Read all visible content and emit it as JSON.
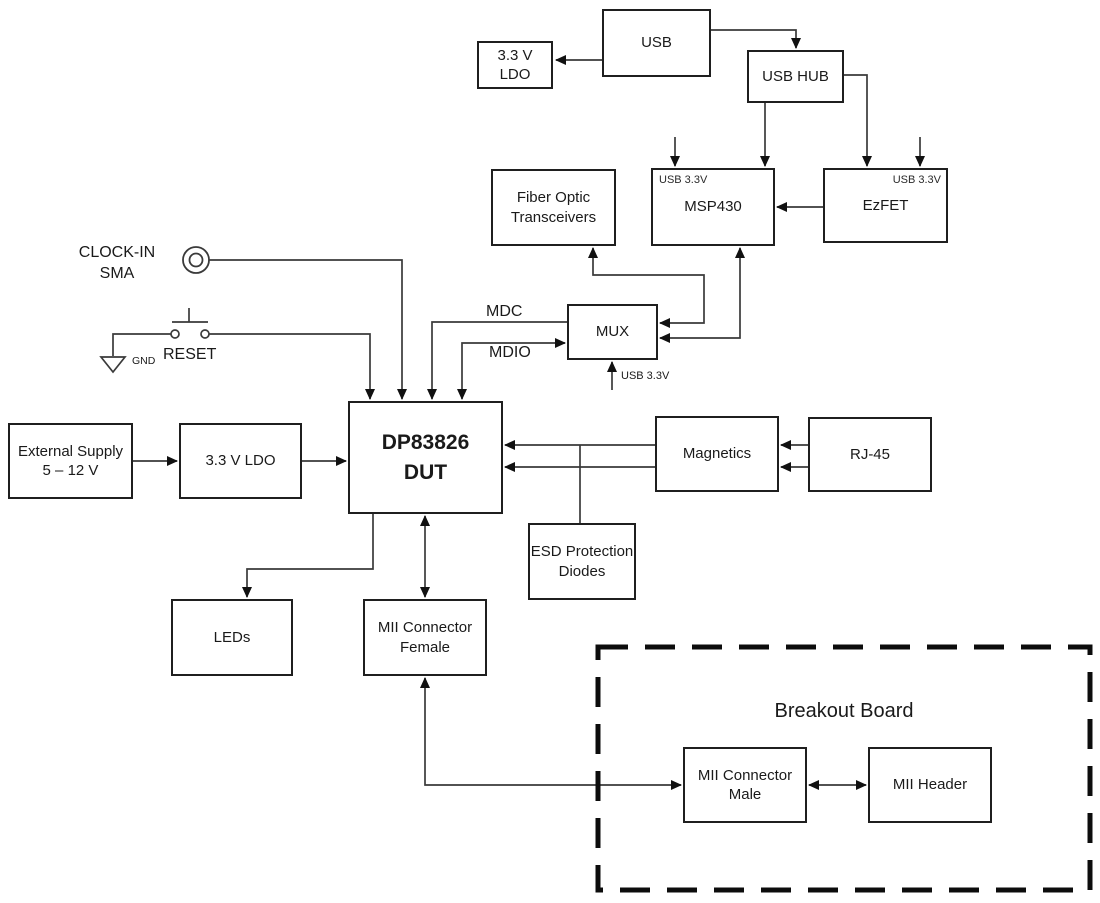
{
  "blocks": {
    "usb": {
      "label": "USB"
    },
    "ldo_top": {
      "label": "3.3 V\nLDO"
    },
    "usb_hub": {
      "label": "USB HUB"
    },
    "fiber": {
      "label": "Fiber Optic\nTransceivers"
    },
    "msp430": {
      "label": "MSP430",
      "corner_label": "USB 3.3V"
    },
    "ezfet": {
      "label": "EzFET",
      "corner_label": "USB 3.3V"
    },
    "mux": {
      "label": "MUX"
    },
    "dut": {
      "label": "DP83826\nDUT"
    },
    "ext_supply": {
      "label": "External Supply\n5 – 12 V"
    },
    "ldo_main": {
      "label": "3.3 V LDO"
    },
    "magnetics": {
      "label": "Magnetics"
    },
    "rj45": {
      "label": "RJ-45"
    },
    "esd": {
      "label": "ESD Protection\nDiodes"
    },
    "leds": {
      "label": "LEDs"
    },
    "mii_female": {
      "label": "MII Connector\nFemale"
    },
    "mii_male": {
      "label": "MII Connector\nMale"
    },
    "mii_header": {
      "label": "MII Header"
    }
  },
  "labels": {
    "clock_in": "CLOCK-IN\nSMA",
    "reset": "RESET",
    "gnd": "GND",
    "mdc": "MDC",
    "mdio": "MDIO",
    "mux_power": "USB 3.3V",
    "breakout_board": "Breakout Board"
  },
  "signals": {
    "mdc_direction": "mux-to-dut",
    "mdio_direction": "bidirectional",
    "rj45_to_magnetics": "into-magnetics",
    "magnetics_to_dut": "into-dut"
  },
  "colors": {
    "background": "#ffffff",
    "box_border": "#1f1f1f",
    "wire": "#3a3a3a",
    "arrowhead": "#111111",
    "text": "#1a1a1a"
  }
}
